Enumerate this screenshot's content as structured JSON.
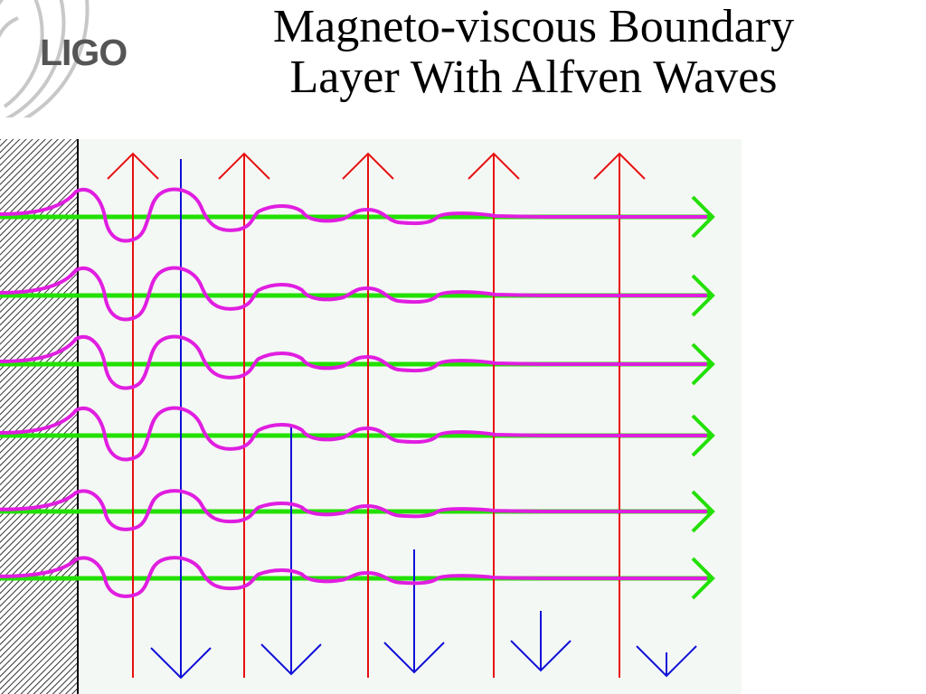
{
  "slide": {
    "title_line1": "Magneto-viscous Boundary",
    "title_line2": "Layer With Alfven Waves"
  },
  "logo": {
    "text": "LIGO",
    "icon": "ligo-rings-icon"
  },
  "diagram": {
    "wall": "hatched-wall",
    "flow_line_count": 6,
    "up_arrow_count": 5,
    "down_arrow_count": 5,
    "colors": {
      "flow": "#22e000",
      "perturbed_field": "#e01ee0",
      "up_arrow": "#e81010",
      "down_arrow": "#1010d8",
      "panel_background": "#f4f8f4",
      "wall_hatch": "#333333"
    }
  }
}
